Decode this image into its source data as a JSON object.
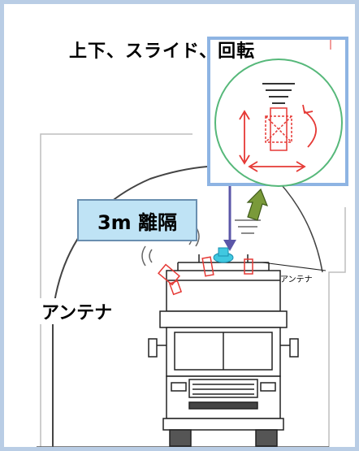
{
  "caption": "上下、スライド、回転",
  "distance_label": "3m 離隔",
  "antenna_label": "アンテナ",
  "antenna_label_small": "アンテナ",
  "colors": {
    "frame": "#b9cde5",
    "inset_border": "#8eb4e3",
    "inset_circle": "#56b87a",
    "motion_arrows": "#e53935",
    "distance_arrow": "#5b56a8",
    "distance_box": "#bfe3f5",
    "up_arrow": "#7a9a3a",
    "sensor": "#40c8e0"
  }
}
